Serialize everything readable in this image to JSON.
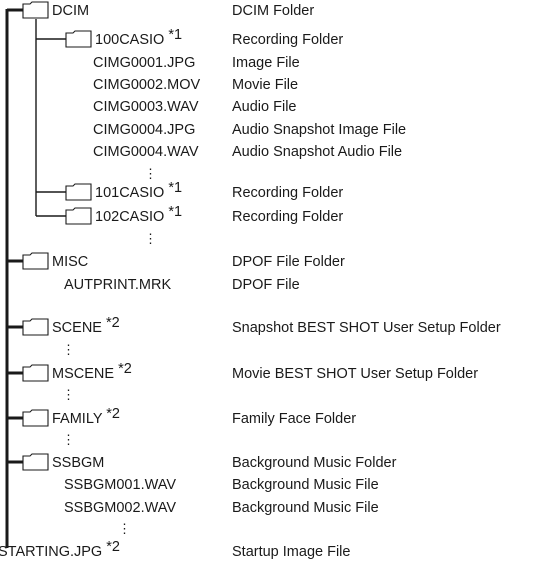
{
  "tree": [
    {
      "id": "dcim",
      "name": "DCIM",
      "mark": "",
      "desc": "DCIM Folder"
    },
    {
      "id": "100casio",
      "name": "100CASIO ",
      "mark": "*1",
      "desc": "Recording Folder"
    },
    {
      "id": "img1",
      "name": "CIMG0001.JPG",
      "mark": "",
      "desc": "Image File"
    },
    {
      "id": "mov",
      "name": "CIMG0002.MOV",
      "mark": "",
      "desc": "Movie File"
    },
    {
      "id": "wav3",
      "name": "CIMG0003.WAV",
      "mark": "",
      "desc": "Audio File"
    },
    {
      "id": "jpg4",
      "name": "CIMG0004.JPG",
      "mark": "",
      "desc": "Audio Snapshot Image File"
    },
    {
      "id": "wav4",
      "name": "CIMG0004.WAV",
      "mark": "",
      "desc": "Audio Snapshot Audio File"
    },
    {
      "id": "101casio",
      "name": "101CASIO ",
      "mark": "*1",
      "desc": "Recording Folder"
    },
    {
      "id": "102casio",
      "name": "102CASIO ",
      "mark": "*1",
      "desc": "Recording Folder"
    },
    {
      "id": "misc",
      "name": "MISC",
      "mark": "",
      "desc": "DPOF File Folder"
    },
    {
      "id": "autprint",
      "name": "AUTPRINT.MRK",
      "mark": "",
      "desc": "DPOF File"
    },
    {
      "id": "scene",
      "name": "SCENE ",
      "mark": "*2",
      "desc": "Snapshot BEST SHOT User Setup Folder"
    },
    {
      "id": "mscene",
      "name": "MSCENE ",
      "mark": "*2",
      "desc": "Movie BEST SHOT User Setup Folder"
    },
    {
      "id": "family",
      "name": "FAMILY ",
      "mark": "*2",
      "desc": "Family Face Folder"
    },
    {
      "id": "ssbgm",
      "name": "SSBGM",
      "mark": "",
      "desc": "Background Music Folder"
    },
    {
      "id": "bgm1",
      "name": "SSBGM001.WAV",
      "mark": "",
      "desc": "Background Music File"
    },
    {
      "id": "bgm2",
      "name": "SSBGM002.WAV",
      "mark": "",
      "desc": "Background Music File"
    },
    {
      "id": "starting",
      "name": "STARTING.JPG ",
      "mark": "*2",
      "desc": "Startup Image File"
    }
  ],
  "ellipsis": "⋮"
}
